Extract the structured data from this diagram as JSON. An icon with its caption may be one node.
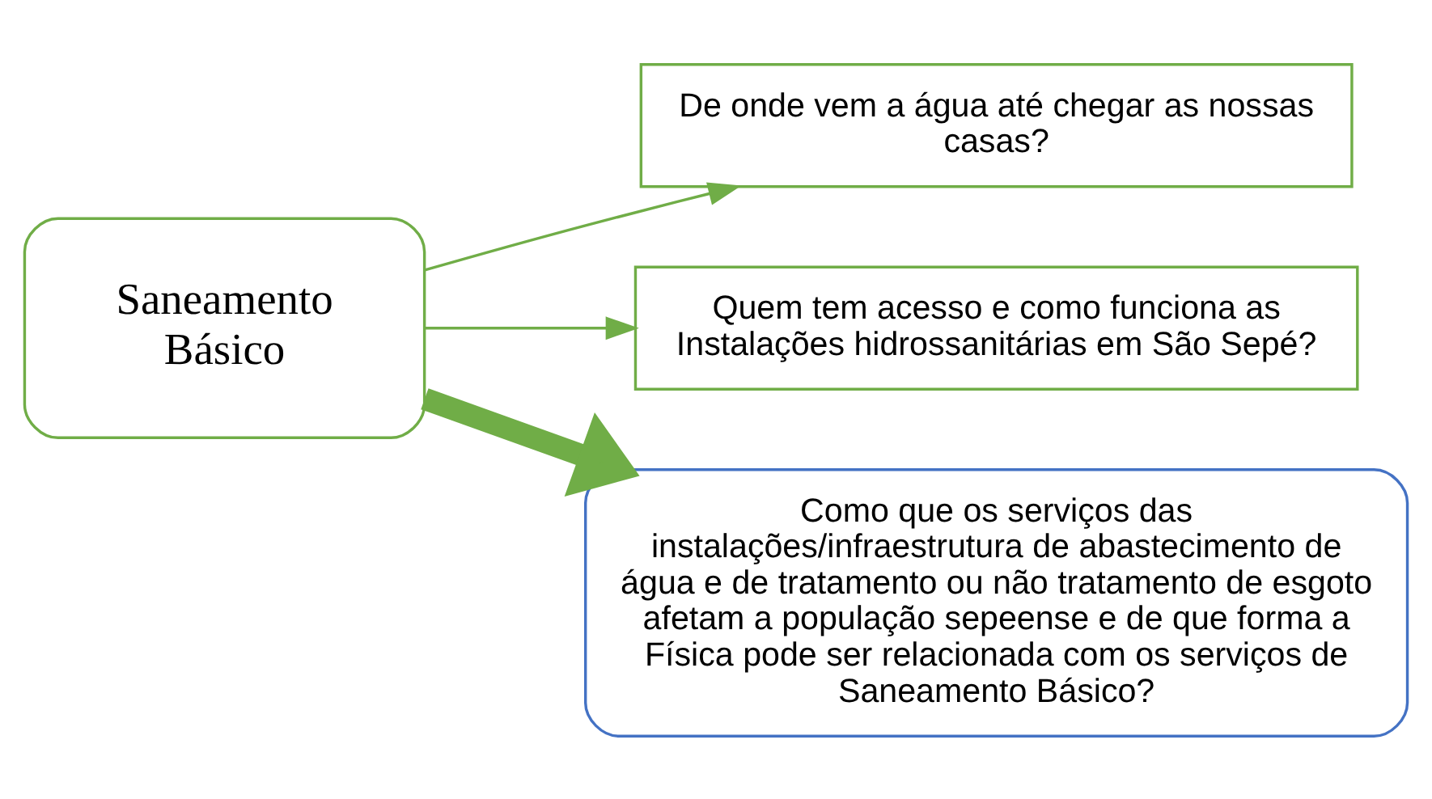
{
  "diagram": {
    "nodes": [
      {
        "text": [
          "Saneamento Básico"
        ]
      },
      {
        "text": [
          "De onde vem a água até chegar as nossas casas?"
        ]
      },
      {
        "text": [
          "Quem tem acesso e como funciona as Instalações hidrossanitárias em São Sepé?"
        ]
      },
      {
        "text": [
          "Como que os serviços das instalações/infraestrutura de abastecimento de água e de tratamento ou não tratamento de esgoto afetam a população sepeense e de que forma a Física pode ser relacionada com os serviços de Saneamento Básico?"
        ]
      }
    ],
    "edges": [
      {
        "from": 0,
        "to": 1,
        "arrow": "to"
      },
      {
        "from": 0,
        "to": 2,
        "arrow": "to"
      },
      {
        "from": 0,
        "to": 3,
        "arrow": "to",
        "style": "thick"
      }
    ]
  }
}
